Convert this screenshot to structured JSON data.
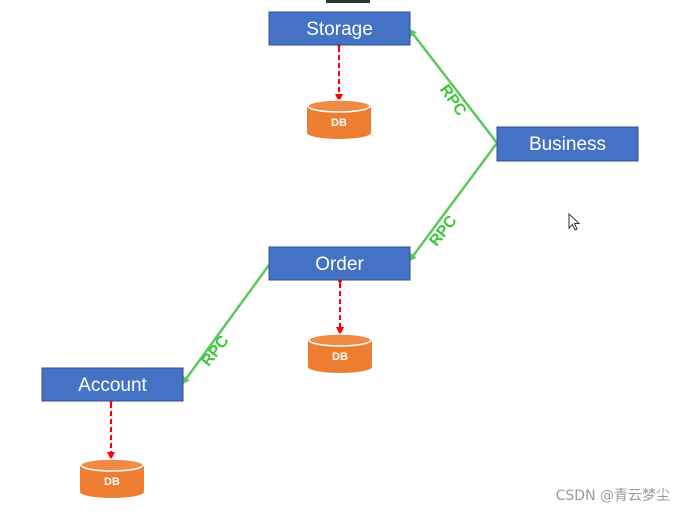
{
  "services": {
    "storage": "Storage",
    "business": "Business",
    "order": "Order",
    "account": "Account"
  },
  "databases": {
    "storage_db": "DB",
    "order_db": "DB",
    "account_db": "DB"
  },
  "links": {
    "business_storage": "RPC",
    "business_order": "RPC",
    "order_account": "RPC"
  },
  "watermark": "CSDN @青云梦尘",
  "colors": {
    "service_box": "#4472c4",
    "database": "#ed7d31",
    "rpc_link": "#5cc85c",
    "db_link": "#ff0000"
  },
  "icons": {
    "cursor": "mouse-pointer-icon"
  }
}
